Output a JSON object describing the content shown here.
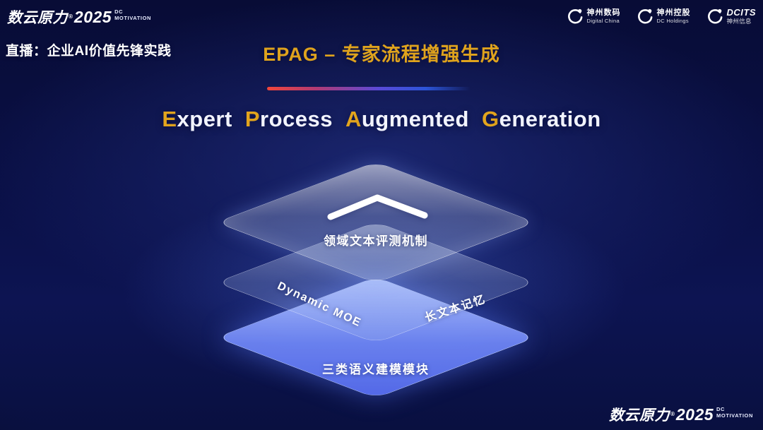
{
  "brand": {
    "name": "数云原力",
    "reg": "®",
    "year": "2025",
    "sub_line1": "DC",
    "sub_line2": "MOTIVATION"
  },
  "header": {
    "live_label": "直播：企业AI价值先锋实践",
    "title": "EPAG – 专家流程增强生成",
    "logos": [
      {
        "cn": "神州数码",
        "en": "Digital China"
      },
      {
        "cn": "神州控股",
        "en": "DC Holdings"
      },
      {
        "cn": "DCITS",
        "en": "神州信息"
      }
    ]
  },
  "subtitle": {
    "words": [
      {
        "cap": "E",
        "rest": "xpert"
      },
      {
        "cap": "P",
        "rest": "rocess"
      },
      {
        "cap": "A",
        "rest": "ugmented"
      },
      {
        "cap": "G",
        "rest": "eneration"
      }
    ]
  },
  "diagram": {
    "top_layer_label": "领域文本评测机制",
    "middle_layer_label_left": "Dynamic MOE",
    "middle_layer_label_right": "长文本记忆",
    "bottom_layer_label": "三类语义建模模块"
  },
  "colors": {
    "gold": "#e3a51d",
    "background_navy": "#0a1047",
    "layer_blue": "#5d79e8",
    "underline_red": "#f2463a",
    "underline_blue": "#2c55d8"
  }
}
